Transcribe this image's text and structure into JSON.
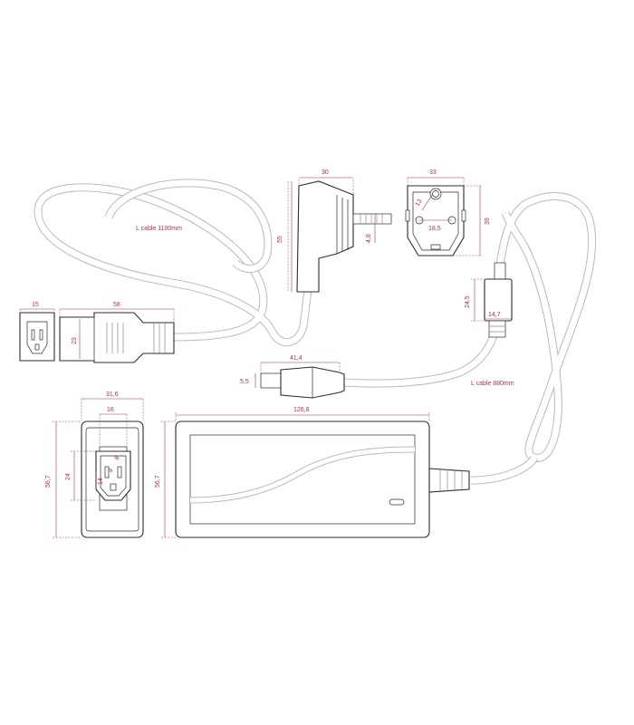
{
  "colors": {
    "outline": "#2b2b2b",
    "cable": "#b9b9b9",
    "cable_fill": "#ffffff",
    "dimension": "#a8344c",
    "hatch": "#8a8a8a"
  },
  "labels": {
    "cable_l_in": "L cable 1100mm",
    "cable_l_out": "L cable 880mm"
  },
  "dimensions": {
    "plug_side_width": "30",
    "plug_side_height": "55",
    "plug_pin": "4,8",
    "plug_front_width": "33",
    "plug_front_height": "39",
    "plug_front_ground": "13",
    "plug_front_pins": "18,5",
    "iec_socket_width": "15",
    "iec_cable_end_length": "58",
    "iec_cable_end_height": "23",
    "dc_plug_length": "41,4",
    "dc_plug_diameter": "5,5",
    "ferrite_height": "24,5",
    "ferrite_width": "14,7",
    "psu_end_width": "31,6",
    "psu_end_inner_width": "16",
    "psu_end_height": "56,7",
    "psu_end_inlet_height": "24",
    "psu_inlet_w": "14",
    "psu_inlet_h1": "8",
    "psu_inlet_h2": "9",
    "psu_length": "126,8",
    "psu_height": "56,7"
  },
  "icons": [
    "schuko-plug-icon",
    "iec-c13-connector-icon",
    "dc-barrel-plug-icon",
    "ferrite-bead-icon",
    "power-adapter-icon"
  ]
}
